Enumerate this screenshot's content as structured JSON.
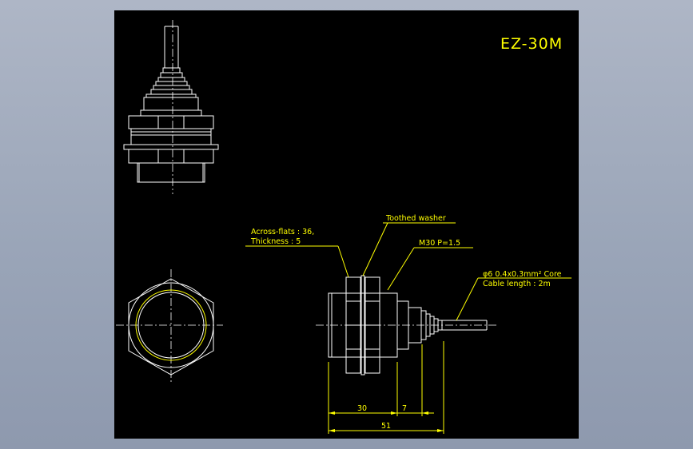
{
  "drawing": {
    "title": "EZ-30M",
    "background": "#000000",
    "line_color": "#ffffff",
    "annotation_color": "#ffff00"
  },
  "callouts": {
    "across_flats": "Across-flats : 36,",
    "thickness": "Thickness : 5",
    "washer": "Toothed washer",
    "thread": "M30 P=1.5",
    "cable_core": "φ6 0.4x0.3mm² Core",
    "cable_length": "Cable length : 2m"
  },
  "dimensions": {
    "body_length": "30",
    "connector_length": "7",
    "total_length": "51"
  }
}
